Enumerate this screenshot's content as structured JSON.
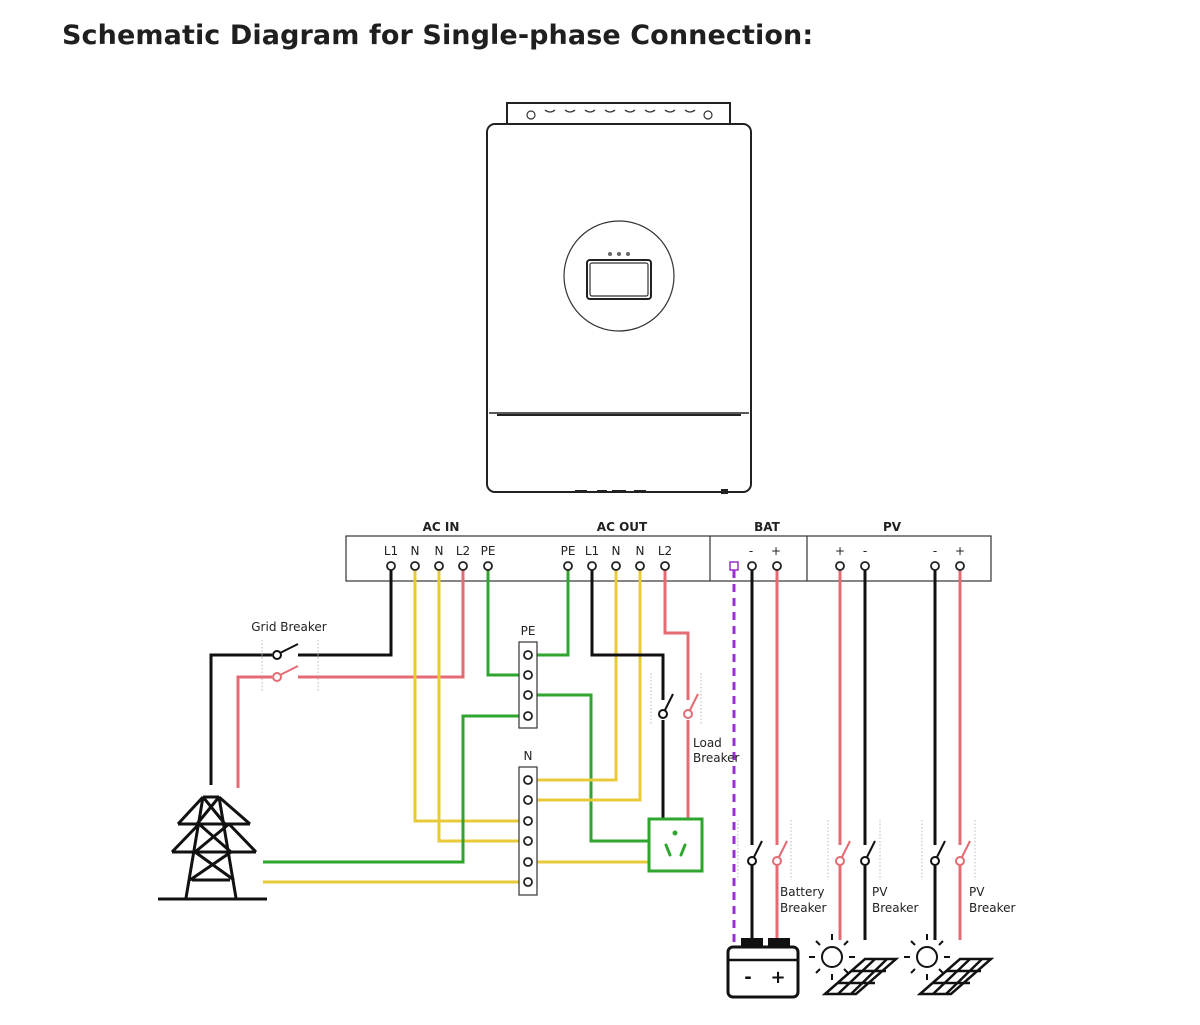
{
  "title": "Schematic Diagram for Single-phase Connection:",
  "terminal_block": {
    "ac_in": {
      "label": "AC IN",
      "terminals": [
        "L1",
        "N",
        "N",
        "L2",
        "PE"
      ]
    },
    "ac_out": {
      "label": "AC OUT",
      "terminals": [
        "PE",
        "L1",
        "N",
        "N",
        "L2"
      ]
    },
    "bat": {
      "label": "BAT",
      "terminals": [
        "-",
        "+"
      ]
    },
    "pv": {
      "label": "PV",
      "terminals": [
        "+",
        "-",
        "-",
        "+"
      ]
    }
  },
  "bus_bars": {
    "pe": {
      "label": "PE",
      "terminal_count": 4
    },
    "n": {
      "label": "N",
      "terminal_count": 6
    }
  },
  "breakers": {
    "grid": "Grid Breaker",
    "load_line1": "Load",
    "load_line2": "Breaker",
    "battery_line1": "Battery",
    "battery_line2": "Breaker",
    "pv1_line1": "PV",
    "pv1_line2": "Breaker",
    "pv2_line1": "PV",
    "pv2_line2": "Breaker"
  },
  "battery": {
    "minus": "-",
    "plus": "+"
  },
  "wire_colors": {
    "line1": "#111111",
    "line2": "#e46b73",
    "neutral": "#e8c93a",
    "earth": "#2ea52e",
    "signal": "#9b2fd6"
  }
}
